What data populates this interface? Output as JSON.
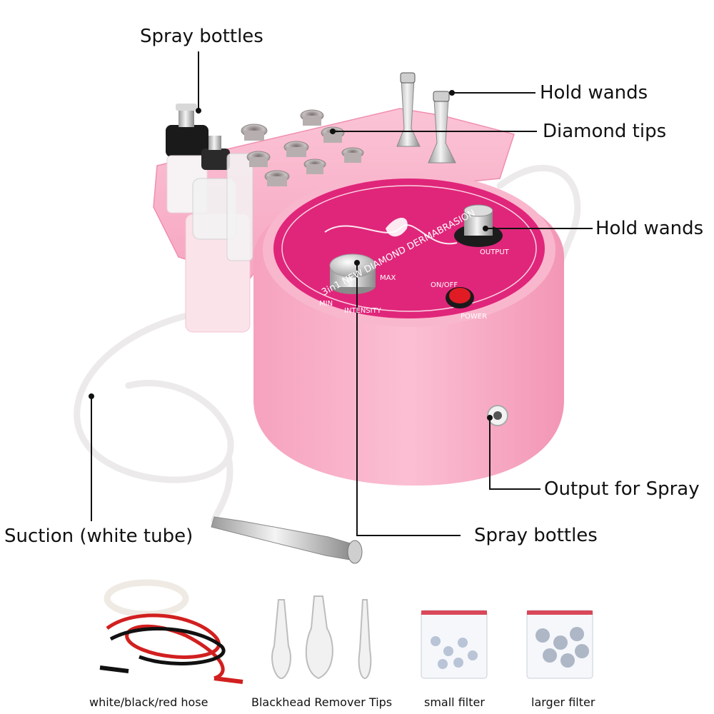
{
  "callouts": {
    "spray_bottles_top": "Spray bottles",
    "hold_wands_top": "Hold wands",
    "diamond_tips": "Diamond tips",
    "hold_wands_right": "Hold wands",
    "output_for_spray": "Output for Spray",
    "suction": "Suction (white tube)",
    "spray_bottles_bottom": "Spray bottles"
  },
  "device": {
    "panel_title": "3in1 NEW DIAMOND DERMABRASION",
    "knob_min": "MIN",
    "knob_max": "MAX",
    "knob_label": "INTENSITY",
    "output_label": "OUTPUT",
    "power_top": "ON/OFF",
    "power_bottom": "POWER"
  },
  "accessories": {
    "hose": "white/black/red hose",
    "tips": "Blackhead Remover Tips",
    "small_filter": "small filter",
    "larger_filter": "larger filter"
  },
  "colors": {
    "body_pink": "#f7a9c4",
    "panel_magenta": "#e0267a",
    "power_red": "#e01b24"
  }
}
